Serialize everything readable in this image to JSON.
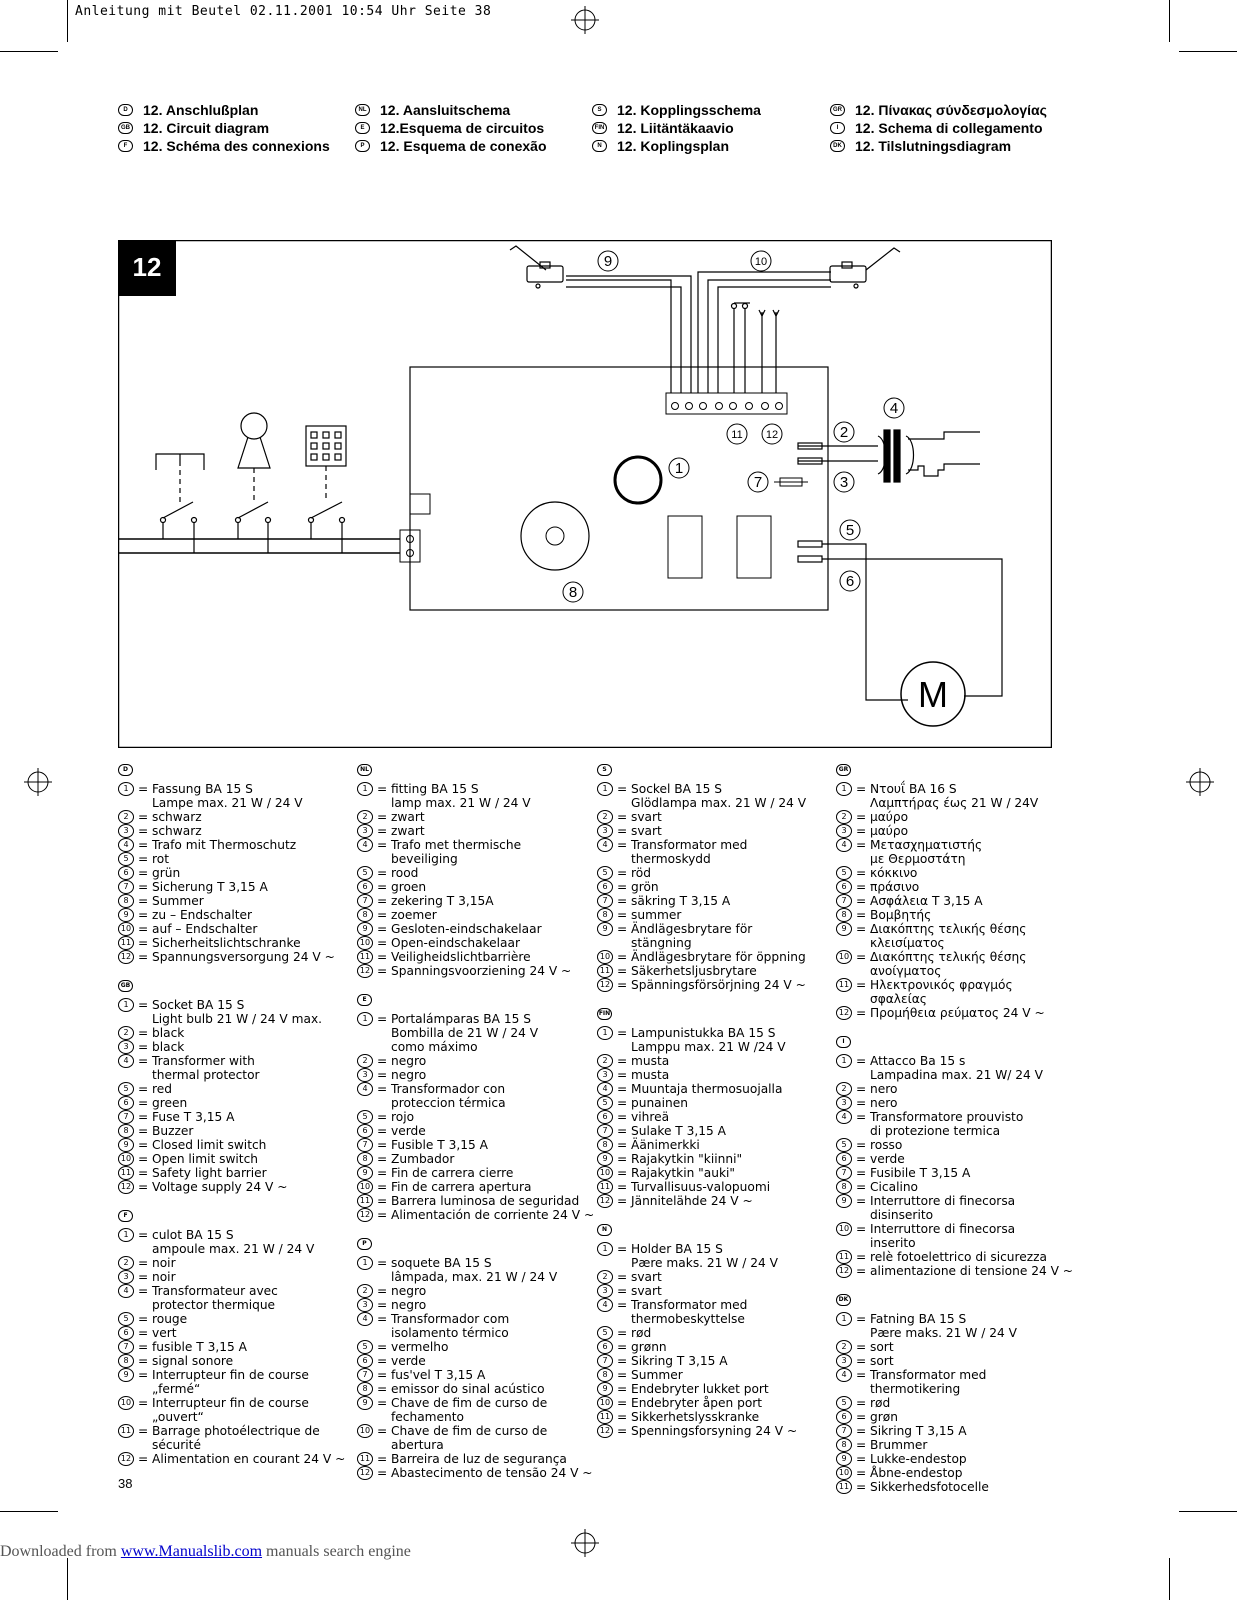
{
  "top_line": "Anleitung mit Beutel   02.11.2001 10:54 Uhr   Seite 38",
  "headings": [
    [
      {
        "lang": "D",
        "title": "12. Anschlußplan"
      },
      {
        "lang": "GB",
        "title": "12. Circuit diagram"
      },
      {
        "lang": "F",
        "title": "12. Schéma des connexions"
      }
    ],
    [
      {
        "lang": "NL",
        "title": "12. Aansluitschema"
      },
      {
        "lang": "E",
        "title": "12.Esquema de circuitos"
      },
      {
        "lang": "P",
        "title": "12. Esquema de conexão"
      }
    ],
    [
      {
        "lang": "S",
        "title": "12. Kopplingsschema"
      },
      {
        "lang": "FIN",
        "title": "12. Liitäntäkaavio"
      },
      {
        "lang": "N",
        "title": "12. Koplingsplan"
      }
    ],
    [
      {
        "lang": "GR",
        "title": "12. Πίνακας σύνδεσμολογίας"
      },
      {
        "lang": "I",
        "title": "12. Schema di collegamento"
      },
      {
        "lang": "DK",
        "title": "12. Tilslutningsdiagram"
      }
    ]
  ],
  "diagram": {
    "section_number": "12",
    "motor_label": "M",
    "callouts": [
      "1",
      "2",
      "3",
      "4",
      "5",
      "6",
      "7",
      "8",
      "9",
      "10",
      "11",
      "12"
    ]
  },
  "legend_columns": [
    [
      {
        "lang": "D",
        "items": [
          {
            "n": "1",
            "t": "Fassung BA 15 S\nLampe max. 21 W / 24 V"
          },
          {
            "n": "2",
            "t": "schwarz"
          },
          {
            "n": "3",
            "t": "schwarz"
          },
          {
            "n": "4",
            "t": "Trafo mit Thermoschutz"
          },
          {
            "n": "5",
            "t": "rot"
          },
          {
            "n": "6",
            "t": "grün"
          },
          {
            "n": "7",
            "t": "Sicherung T 3,15 A"
          },
          {
            "n": "8",
            "t": "Summer"
          },
          {
            "n": "9",
            "t": "zu – Endschalter"
          },
          {
            "n": "10",
            "t": "auf – Endschalter"
          },
          {
            "n": "11",
            "t": "Sicherheitslichtschranke"
          },
          {
            "n": "12",
            "t": "Spannungsversorgung 24 V ~"
          }
        ]
      },
      {
        "lang": "GB",
        "items": [
          {
            "n": "1",
            "t": "Socket BA 15 S\nLight bulb 21 W / 24 V max."
          },
          {
            "n": "2",
            "t": "black"
          },
          {
            "n": "3",
            "t": "black"
          },
          {
            "n": "4",
            "t": "Transformer with\nthermal protector"
          },
          {
            "n": "5",
            "t": "red"
          },
          {
            "n": "6",
            "t": "green"
          },
          {
            "n": "7",
            "t": "Fuse T 3,15 A"
          },
          {
            "n": "8",
            "t": "Buzzer"
          },
          {
            "n": "9",
            "t": "Closed limit switch"
          },
          {
            "n": "10",
            "t": "Open limit switch"
          },
          {
            "n": "11",
            "t": "Safety light barrier"
          },
          {
            "n": "12",
            "t": "Voltage supply 24 V ~"
          }
        ]
      },
      {
        "lang": "F",
        "items": [
          {
            "n": "1",
            "t": "culot BA 15 S\nampoule max. 21 W / 24 V"
          },
          {
            "n": "2",
            "t": "noir"
          },
          {
            "n": "3",
            "t": "noir"
          },
          {
            "n": "4",
            "t": "Transformateur avec\nprotector thermique"
          },
          {
            "n": "5",
            "t": "rouge"
          },
          {
            "n": "6",
            "t": "vert"
          },
          {
            "n": "7",
            "t": "fusible T 3,15 A"
          },
          {
            "n": "8",
            "t": "signal sonore"
          },
          {
            "n": "9",
            "t": "Interrupteur fin de course\n„fermé“"
          },
          {
            "n": "10",
            "t": "Interrupteur fin de course\n„ouvert“"
          },
          {
            "n": "11",
            "t": "Barrage photoélectrique de\nsécurité"
          },
          {
            "n": "12",
            "t": "Alimentation en courant 24 V ~"
          }
        ]
      }
    ],
    [
      {
        "lang": "NL",
        "items": [
          {
            "n": "1",
            "t": "fitting BA 15 S\nlamp max. 21 W / 24 V"
          },
          {
            "n": "2",
            "t": "zwart"
          },
          {
            "n": "3",
            "t": "zwart"
          },
          {
            "n": "4",
            "t": "Trafo met thermische\nbeveiliging"
          },
          {
            "n": "5",
            "t": "rood"
          },
          {
            "n": "6",
            "t": "groen"
          },
          {
            "n": "7",
            "t": "zekering T 3,15A"
          },
          {
            "n": "8",
            "t": "zoemer"
          },
          {
            "n": "9",
            "t": "Gesloten-eindschakelaar"
          },
          {
            "n": "10",
            "t": "Open-eindschakelaar"
          },
          {
            "n": "11",
            "t": "Veiligheidslichtbarrière"
          },
          {
            "n": "12",
            "t": "Spanningsvoorziening 24 V ~"
          }
        ]
      },
      {
        "lang": "E",
        "items": [
          {
            "n": "1",
            "t": "Portalámparas BA 15 S\nBombilla de 21 W / 24 V\ncomo máximo"
          },
          {
            "n": "2",
            "t": "negro"
          },
          {
            "n": "3",
            "t": "negro"
          },
          {
            "n": "4",
            "t": "Transformador con\nproteccion térmica"
          },
          {
            "n": "5",
            "t": "rojo"
          },
          {
            "n": "6",
            "t": "verde"
          },
          {
            "n": "7",
            "t": "Fusible T 3,15 A"
          },
          {
            "n": "8",
            "t": "Zumbador"
          },
          {
            "n": "9",
            "t": "Fin de carrera cierre"
          },
          {
            "n": "10",
            "t": "Fin de carrera apertura"
          },
          {
            "n": "11",
            "t": "Barrera luminosa de seguridad"
          },
          {
            "n": "12",
            "t": "Alimentación de corriente 24 V ~"
          }
        ]
      },
      {
        "lang": "P",
        "items": [
          {
            "n": "1",
            "t": "soquete BA 15 S\nlâmpada, max. 21 W / 24 V"
          },
          {
            "n": "2",
            "t": "negro"
          },
          {
            "n": "3",
            "t": "negro"
          },
          {
            "n": "4",
            "t": "Transformador com\nisolamento térmico"
          },
          {
            "n": "5",
            "t": "vermelho"
          },
          {
            "n": "6",
            "t": "verde"
          },
          {
            "n": "7",
            "t": "fus'vel T 3,15 A"
          },
          {
            "n": "8",
            "t": "emissor do sinal acústico"
          },
          {
            "n": "9",
            "t": "Chave de fim de curso de\nfechamento"
          },
          {
            "n": "10",
            "t": "Chave de fim de curso de\nabertura"
          },
          {
            "n": "11",
            "t": "Barreira de luz de segurança"
          },
          {
            "n": "12",
            "t": "Abastecimento de tensão 24 V ~"
          }
        ]
      }
    ],
    [
      {
        "lang": "S",
        "items": [
          {
            "n": "1",
            "t": "Sockel BA 15 S\nGlödlampa max. 21 W / 24 V"
          },
          {
            "n": "2",
            "t": "svart"
          },
          {
            "n": "3",
            "t": "svart"
          },
          {
            "n": "4",
            "t": "Transformator med\nthermoskydd"
          },
          {
            "n": "5",
            "t": "röd"
          },
          {
            "n": "6",
            "t": "grön"
          },
          {
            "n": "7",
            "t": "säkring T 3,15 A"
          },
          {
            "n": "8",
            "t": "summer"
          },
          {
            "n": "9",
            "t": "Ändlägesbrytare för\nstängning"
          },
          {
            "n": "10",
            "t": "Ändlägesbrytare för öppning"
          },
          {
            "n": "11",
            "t": "Säkerhetsljusbrytare"
          },
          {
            "n": "12",
            "t": "Spänningsförsörjning 24 V ~"
          }
        ]
      },
      {
        "lang": "FIN",
        "items": [
          {
            "n": "1",
            "t": "Lampunistukka BA 15 S\nLamppu  max. 21 W /24 V"
          },
          {
            "n": "2",
            "t": "musta"
          },
          {
            "n": "3",
            "t": "musta"
          },
          {
            "n": "4",
            "t": "Muuntaja thermosuojalla"
          },
          {
            "n": "5",
            "t": "punainen"
          },
          {
            "n": "6",
            "t": "vihreä"
          },
          {
            "n": "7",
            "t": "Sulake T 3,15 A"
          },
          {
            "n": "8",
            "t": "Äänimerkki"
          },
          {
            "n": "9",
            "t": "Rajakytkin \"kiinni\""
          },
          {
            "n": "10",
            "t": "Rajakytkin \"auki\""
          },
          {
            "n": "11",
            "t": "Turvallisuus-valopuomi"
          },
          {
            "n": "12",
            "t": "Jännitelähde 24 V ~"
          }
        ]
      },
      {
        "lang": "N",
        "items": [
          {
            "n": "1",
            "t": "Holder BA 15 S\nPære maks. 21 W / 24 V"
          },
          {
            "n": "2",
            "t": "svart"
          },
          {
            "n": "3",
            "t": "svart"
          },
          {
            "n": "4",
            "t": "Transformator med\n thermobeskyttelse"
          },
          {
            "n": "5",
            "t": "rød"
          },
          {
            "n": "6",
            "t": "grønn"
          },
          {
            "n": "7",
            "t": "Sikring T 3,15 A"
          },
          {
            "n": "8",
            "t": "Summer"
          },
          {
            "n": "9",
            "t": "Endebryter lukket port"
          },
          {
            "n": "10",
            "t": "Endebryter åpen port"
          },
          {
            "n": "11",
            "t": "Sikkerhetslysskranke"
          },
          {
            "n": "12",
            "t": "Spenningsforsyning 24 V ~"
          }
        ]
      }
    ],
    [
      {
        "lang": "GR",
        "items": [
          {
            "n": "1",
            "t": "Ντουΐ ΒΑ 16 S\nΛαμπτήρας έως 21 W / 24V"
          },
          {
            "n": "2",
            "t": "μαύρο"
          },
          {
            "n": "3",
            "t": "μαύρο"
          },
          {
            "n": "4",
            "t": "Μετασχηματιστής\nμε Θερμοστάτη"
          },
          {
            "n": "5",
            "t": "κόκκινο"
          },
          {
            "n": "6",
            "t": "πράσινο"
          },
          {
            "n": "7",
            "t": "Ασφάλεια Τ 3,15 Α"
          },
          {
            "n": "8",
            "t": "Βομβητής"
          },
          {
            "n": "9",
            "t": "Διακόπτης τελικής θέσης\nκλεισίματος"
          },
          {
            "n": "10",
            "t": "Διακόπτης τελικής θέσης\nανοίγματος"
          },
          {
            "n": "11",
            "t": "Ηλεκτρονικός φραγμός\nσφαλείας"
          },
          {
            "n": "12",
            "t": "Προμήθεια ρεύματος 24 V ~"
          }
        ]
      },
      {
        "lang": "I",
        "items": [
          {
            "n": "1",
            "t": "Attacco Ba 15 s\nLampadina max. 21 W/ 24 V"
          },
          {
            "n": "2",
            "t": "nero"
          },
          {
            "n": "3",
            "t": "nero"
          },
          {
            "n": "4",
            "t": "Transformatore prouvisto\ndi protezione termica"
          },
          {
            "n": "5",
            "t": "rosso"
          },
          {
            "n": "6",
            "t": "verde"
          },
          {
            "n": "7",
            "t": "Fusibile T 3,15 A"
          },
          {
            "n": "8",
            "t": "Cicalino"
          },
          {
            "n": "9",
            "t": "Interruttore di finecorsa\ndisinserito"
          },
          {
            "n": "10",
            "t": "Interruttore di finecorsa\ninserito"
          },
          {
            "n": "11",
            "t": "relè fotoelettrico di sicurezza"
          },
          {
            "n": "12",
            "t": "alimentazione di tensione 24 V ~"
          }
        ]
      },
      {
        "lang": "DK",
        "items": [
          {
            "n": "1",
            "t": "Fatning BA 15 S\nPære maks. 21 W / 24 V"
          },
          {
            "n": "2",
            "t": "sort"
          },
          {
            "n": "3",
            "t": "sort"
          },
          {
            "n": "4",
            "t": "Transformator  med\nthermotikering"
          },
          {
            "n": "5",
            "t": "rød"
          },
          {
            "n": "6",
            "t": "grøn"
          },
          {
            "n": "7",
            "t": "Sikring T 3,15 A"
          },
          {
            "n": "8",
            "t": "Brummer"
          },
          {
            "n": "9",
            "t": "Lukke-endestop"
          },
          {
            "n": "10",
            "t": "Åbne-endestop"
          },
          {
            "n": "11",
            "t": "Sikkerhedsfotocelle"
          }
        ]
      }
    ]
  ],
  "page_number": "38",
  "footer": {
    "prefix": "Downloaded from ",
    "link": "www.Manualslib.com",
    "suffix": " manuals search engine"
  }
}
